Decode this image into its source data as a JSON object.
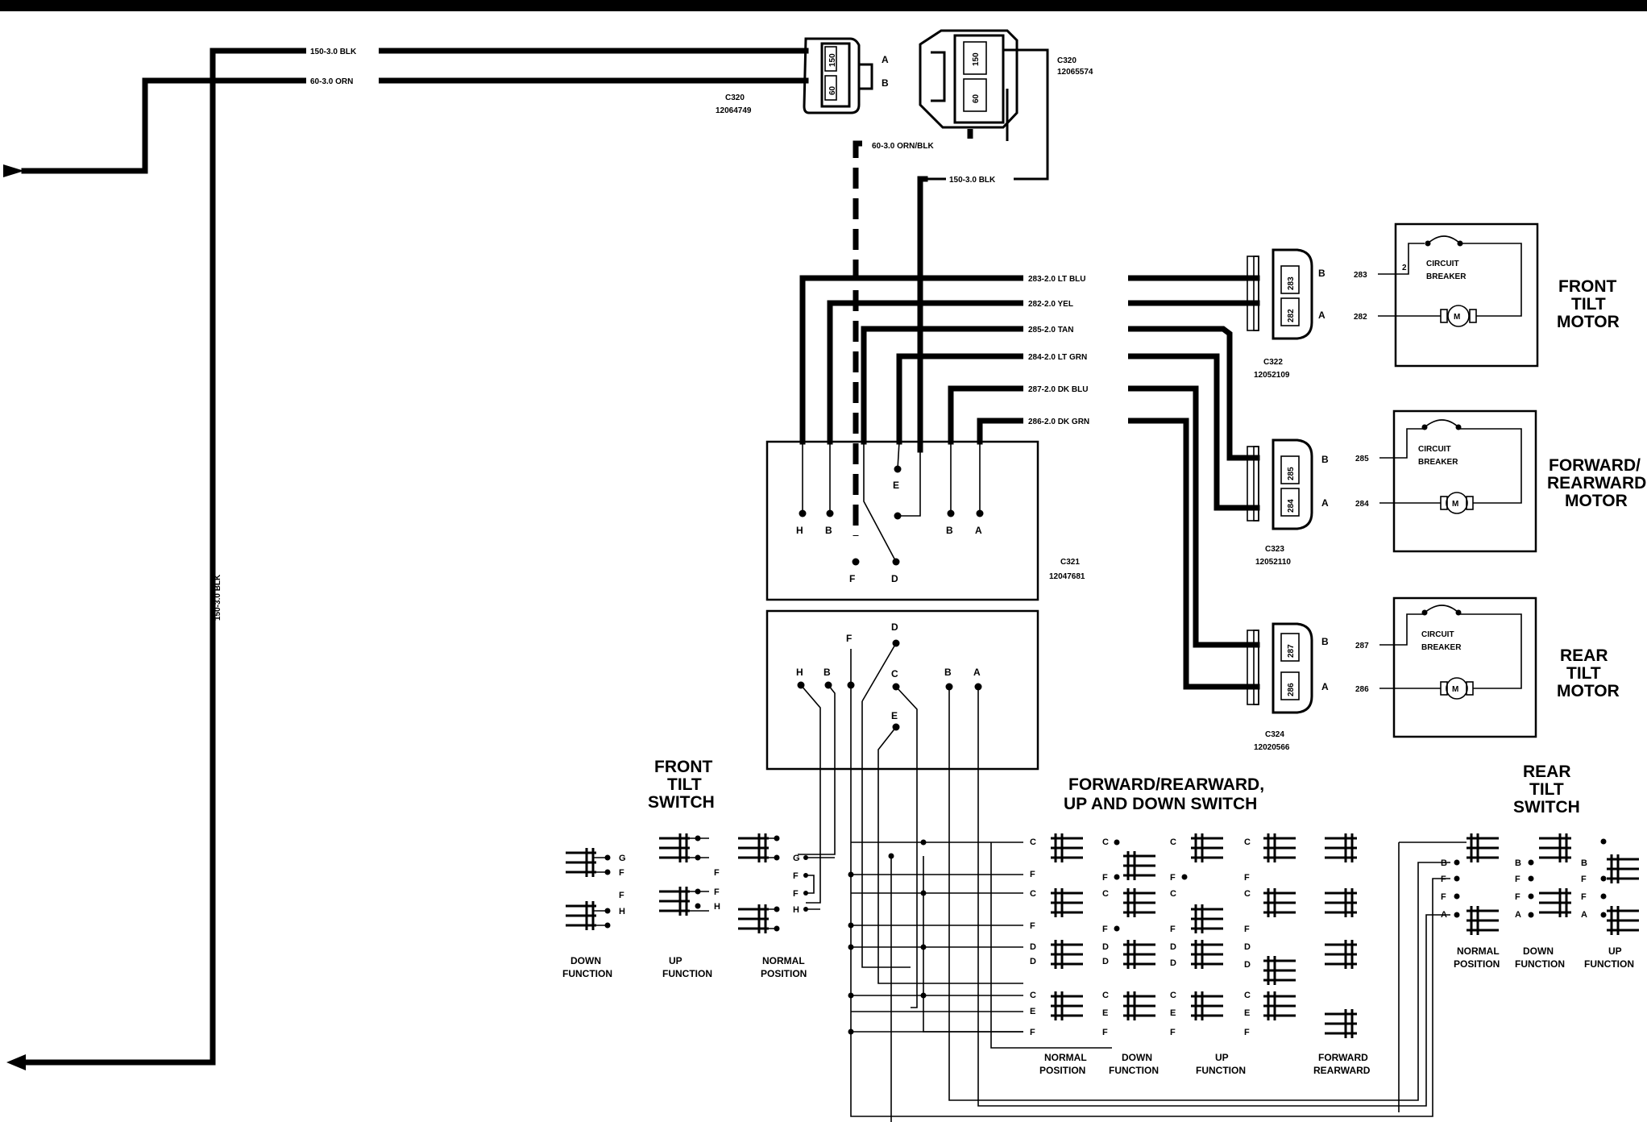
{
  "wires": {
    "w150_top": "150-3.0 BLK",
    "w60_top": "60-3.0 ORN",
    "w60_orn_blk": "60-3.0 ORN/BLK",
    "w150_mid": "150-3.0 BLK",
    "w150_vertical": "150-3.0 BLK",
    "w283": "283-2.0 LT BLU",
    "w282": "282-2.0 YEL",
    "w285": "285-2.0 TAN",
    "w284": "284-2.0 LT GRN",
    "w287": "287-2.0 DK BLU",
    "w286": "286-2.0 DK GRN"
  },
  "connectors": {
    "c320a": {
      "name": "C320",
      "part": "12064749",
      "pin_a": "A",
      "pin_b": "B",
      "cav1": "150",
      "cav2": "60"
    },
    "c320b": {
      "name": "C320",
      "part": "12065574",
      "cav1": "150",
      "cav2": "60"
    },
    "c321": {
      "name": "C321",
      "part": "12047681"
    },
    "c322": {
      "name": "C322",
      "part": "12052109",
      "cav1": "283",
      "cav2": "282",
      "pin_b": "B",
      "pin_a": "A"
    },
    "c323": {
      "name": "C323",
      "part": "12052110",
      "cav1": "285",
      "cav2": "284",
      "pin_b": "B",
      "pin_a": "A"
    },
    "c324": {
      "name": "C324",
      "part": "12020566",
      "cav1": "287",
      "cav2": "286",
      "pin_b": "B",
      "pin_a": "A"
    }
  },
  "pins_upper": [
    "H",
    "B",
    "E",
    "B",
    "A",
    "F",
    "D"
  ],
  "pins_lower": [
    "H",
    "B",
    "F",
    "D",
    "C",
    "E",
    "B",
    "A"
  ],
  "motors": {
    "front": {
      "title_l1": "FRONT",
      "title_l2": "TILT",
      "title_l3": "MOTOR",
      "in_b": "283",
      "in_a": "282",
      "pin2": "2",
      "cb_l1": "CIRCUIT",
      "cb_l2": "BREAKER",
      "m": "M"
    },
    "fwd": {
      "title_l1": "FORWARD/",
      "title_l2": "REARWARD",
      "title_l3": "MOTOR",
      "in_b": "285",
      "in_a": "284",
      "cb_l1": "CIRCUIT",
      "cb_l2": "BREAKER",
      "m": "M"
    },
    "rear": {
      "title_l1": "REAR",
      "title_l2": "TILT",
      "title_l3": "MOTOR",
      "in_b": "287",
      "in_a": "286",
      "cb_l1": "CIRCUIT",
      "cb_l2": "BREAKER",
      "m": "M"
    }
  },
  "switches": {
    "front_title_l1": "FRONT",
    "front_title_l2": "TILT",
    "front_title_l3": "SWITCH",
    "front_pos": {
      "down_l1": "DOWN",
      "down_l2": "FUNCTION",
      "up_l1": "UP",
      "up_l2": "FUNCTION",
      "norm_l1": "NORMAL",
      "norm_l2": "POSITION"
    },
    "front_pins": {
      "g": "G",
      "f": "F",
      "h": "H"
    },
    "fwd_title_l1": "FORWARD/REARWARD,",
    "fwd_title_l2": "UP AND DOWN SWITCH",
    "fwd_pos": {
      "norm_l1": "NORMAL",
      "norm_l2": "POSITION",
      "down_l1": "DOWN",
      "down_l2": "FUNCTION",
      "up_l1": "UP",
      "up_l2": "FUNCTION",
      "fr_l1": "FORWARD",
      "fr_l2": "REARWARD"
    },
    "fwd_row_labels": [
      "C",
      "F",
      "C",
      "F",
      "D",
      "D",
      "C",
      "E",
      "F"
    ],
    "rear_title_l1": "REAR",
    "rear_title_l2": "TILT",
    "rear_title_l3": "SWITCH",
    "rear_pos": {
      "norm_l1": "NORMAL",
      "norm_l2": "POSITION",
      "down_l1": "DOWN",
      "down_l2": "FUNCTION",
      "up_l1": "UP",
      "up_l2": "FUNCTION"
    },
    "rear_pins": {
      "b": "B",
      "f": "F",
      "a": "A"
    }
  }
}
